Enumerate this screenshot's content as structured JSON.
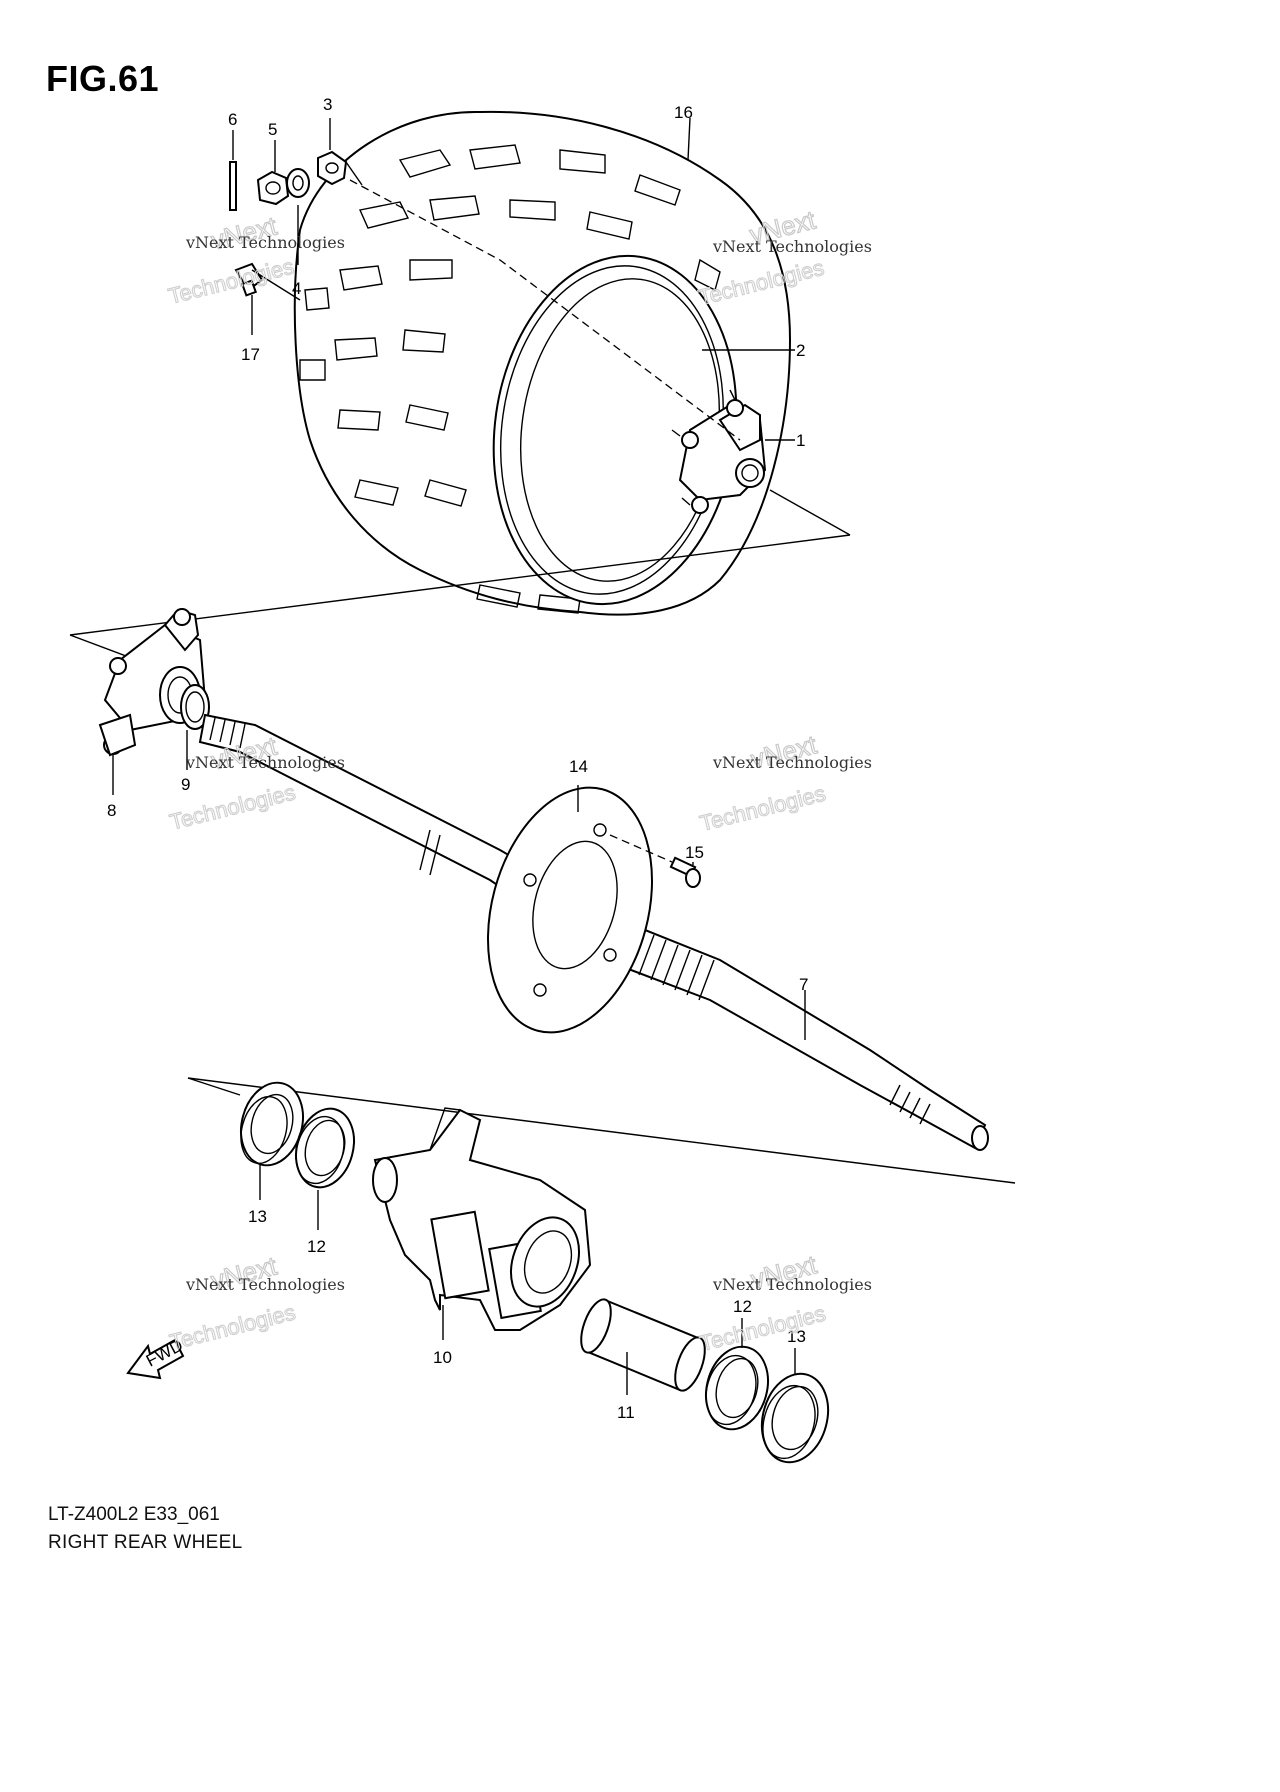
{
  "figure": {
    "title": "FIG.61",
    "model_code": "LT-Z400L2 E33_061",
    "section_name": "RIGHT REAR WHEEL"
  },
  "watermark": {
    "line1": "vNext Technologies",
    "line2": "vNext",
    "line3": "Technologies"
  },
  "direction_marker": "FWD",
  "callouts": [
    {
      "id": "c1",
      "label": "1"
    },
    {
      "id": "c2",
      "label": "2"
    },
    {
      "id": "c3",
      "label": "3"
    },
    {
      "id": "c4",
      "label": "4"
    },
    {
      "id": "c5",
      "label": "5"
    },
    {
      "id": "c6",
      "label": "6"
    },
    {
      "id": "c7",
      "label": "7"
    },
    {
      "id": "c8",
      "label": "8"
    },
    {
      "id": "c9",
      "label": "9"
    },
    {
      "id": "c10",
      "label": "10"
    },
    {
      "id": "c11",
      "label": "11"
    },
    {
      "id": "c12a",
      "label": "12"
    },
    {
      "id": "c12b",
      "label": "12"
    },
    {
      "id": "c13a",
      "label": "13"
    },
    {
      "id": "c13b",
      "label": "13"
    },
    {
      "id": "c14",
      "label": "14"
    },
    {
      "id": "c15",
      "label": "15"
    },
    {
      "id": "c16",
      "label": "16"
    },
    {
      "id": "c17",
      "label": "17"
    }
  ]
}
